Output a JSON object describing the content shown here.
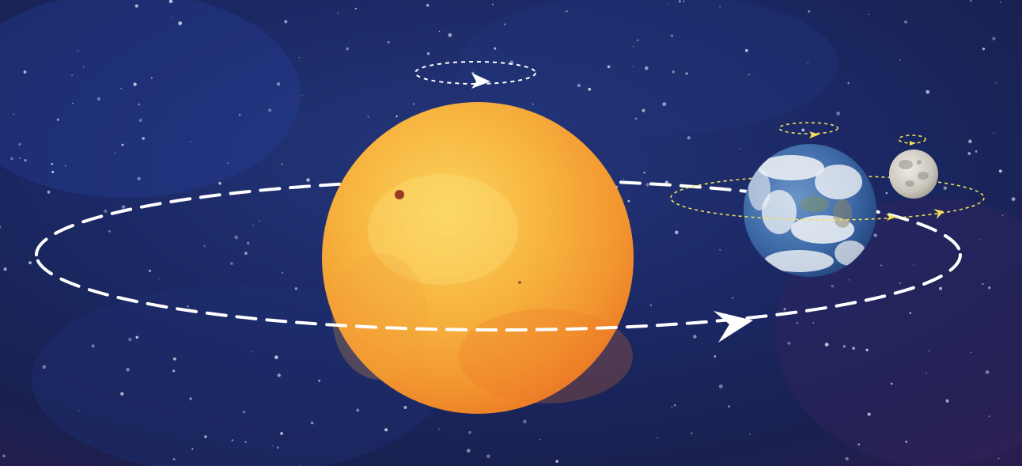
{
  "diagram": {
    "colors": {
      "space_deep": "#141a3f",
      "space_mid": "#1c2c67",
      "space_purple": "#2c1f52",
      "sun_core": "#f9c34a",
      "sun_edge": "#ef7a26",
      "earth_ocean": "#2e5d9f",
      "earth_cloud": "#f2f4f7",
      "moon": "#cfcac0",
      "orbit_white": "#ffffff",
      "orbit_yellow": "#f2e05a"
    },
    "bodies": [
      {
        "name": "sun",
        "icon": "sun-icon"
      },
      {
        "name": "earth",
        "icon": "earth-icon"
      },
      {
        "name": "moon",
        "icon": "moon-icon"
      }
    ],
    "motions": [
      {
        "name": "earth-orbit-around-sun",
        "color": "#ffffff"
      },
      {
        "name": "sun-rotation",
        "color": "#ffffff"
      },
      {
        "name": "earth-rotation",
        "color": "#f2e05a"
      },
      {
        "name": "moon-orbit-around-earth",
        "color": "#f2e05a"
      },
      {
        "name": "moon-rotation",
        "color": "#f2e05a"
      }
    ]
  }
}
